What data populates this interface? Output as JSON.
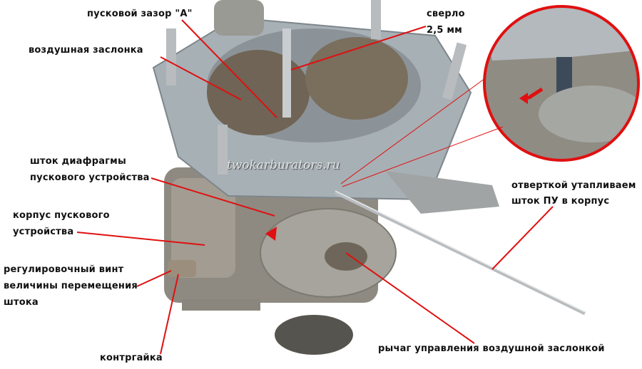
{
  "labels": {
    "start_gap": "пусковой зазор \"А\"",
    "drill_line1": "сверло",
    "drill_line2": "2,5 мм",
    "air_damper": "воздушная заслонка",
    "diaphragm_rod_line1": "шток диафрагмы",
    "diaphragm_rod_line2": "пускового устройства",
    "starter_body_line1": "корпус пускового",
    "starter_body_line2": "устройства",
    "adjust_screw_line1": "регулировочный винт",
    "adjust_screw_line2": "величины перемещения",
    "adjust_screw_line3": "штока",
    "locknut": "контргайка",
    "screwdriver_line1": "отверткой утапливаем",
    "screwdriver_line2": "шток ПУ в корпус",
    "damper_lever": "рычаг управления воздушной заслонкой"
  },
  "watermark": "twokarburators.ru",
  "colors": {
    "annotation": "#e01010",
    "metal": "#9aa3a8"
  }
}
